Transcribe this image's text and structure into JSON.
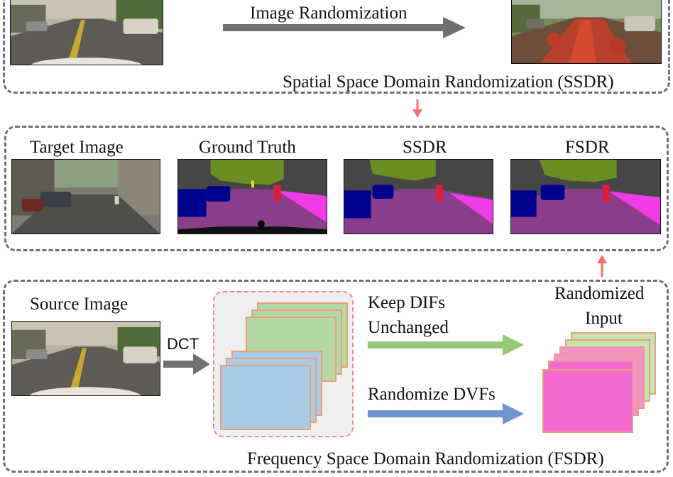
{
  "ssdr": {
    "arrow_label": "Image Randomization",
    "panel_caption": "Spatial Space Domain Randomization (SSDR)"
  },
  "comparison": {
    "titles": [
      "Target Image",
      "Ground Truth",
      "SSDR",
      "FSDR"
    ]
  },
  "fsdr": {
    "source_label": "Source Image",
    "dct_label": "DCT",
    "keep_label_line1": "Keep DIFs",
    "keep_label_line2": "Unchanged",
    "randomize_label": "Randomize DVFs",
    "output_label_line1": "Randomized",
    "output_label_line2": "Input",
    "panel_caption": "Frequency Space  Domain Randomization (FSDR)"
  },
  "colors": {
    "panel_border": "#707070",
    "gray_arrow": "#707070",
    "pink_arrow": "#f07070",
    "green_arrow": "#96c878",
    "blue_arrow": "#6f93cf",
    "seg_road": "#8a3d8a",
    "seg_sidewalk": "#f03ce6",
    "seg_vegetation": "#6b8e23",
    "seg_car": "#00008e",
    "seg_person": "#dc1e3c",
    "seg_building": "#464646"
  }
}
